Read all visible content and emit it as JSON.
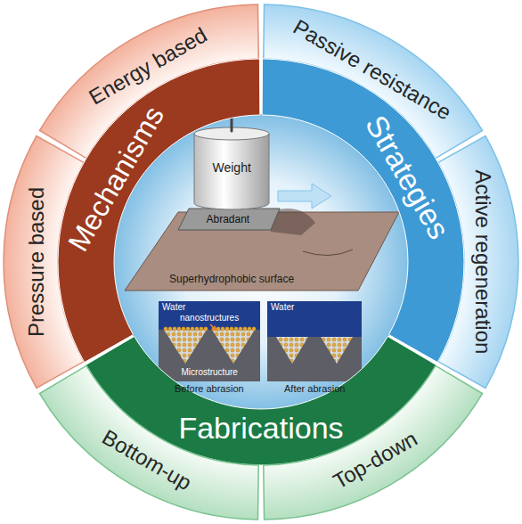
{
  "diagram": {
    "nodes": [
      {
        "text": [
          "Energy based"
        ]
      },
      {
        "text": [
          "Pressure based"
        ]
      },
      {
        "text": [
          "Mechanisms"
        ]
      },
      {
        "text": [
          "Passive resistance"
        ]
      },
      {
        "text": [
          "Active regeneration"
        ]
      },
      {
        "text": [
          "Strategies"
        ]
      },
      {
        "text": [
          "Weight"
        ]
      },
      {
        "text": [
          "Abradant"
        ]
      },
      {
        "text": [
          "Superhydrophobic surface"
        ]
      },
      {
        "text": [
          "Water",
          "nanostructures",
          "Microstructure",
          "Before abrasion"
        ]
      },
      {
        "text": [
          "Water",
          "After abrasion"
        ]
      },
      {
        "text": [
          "Fabrications"
        ]
      },
      {
        "text": [
          "Bottom-up"
        ]
      },
      {
        "text": [
          "Top-down"
        ]
      }
    ]
  }
}
